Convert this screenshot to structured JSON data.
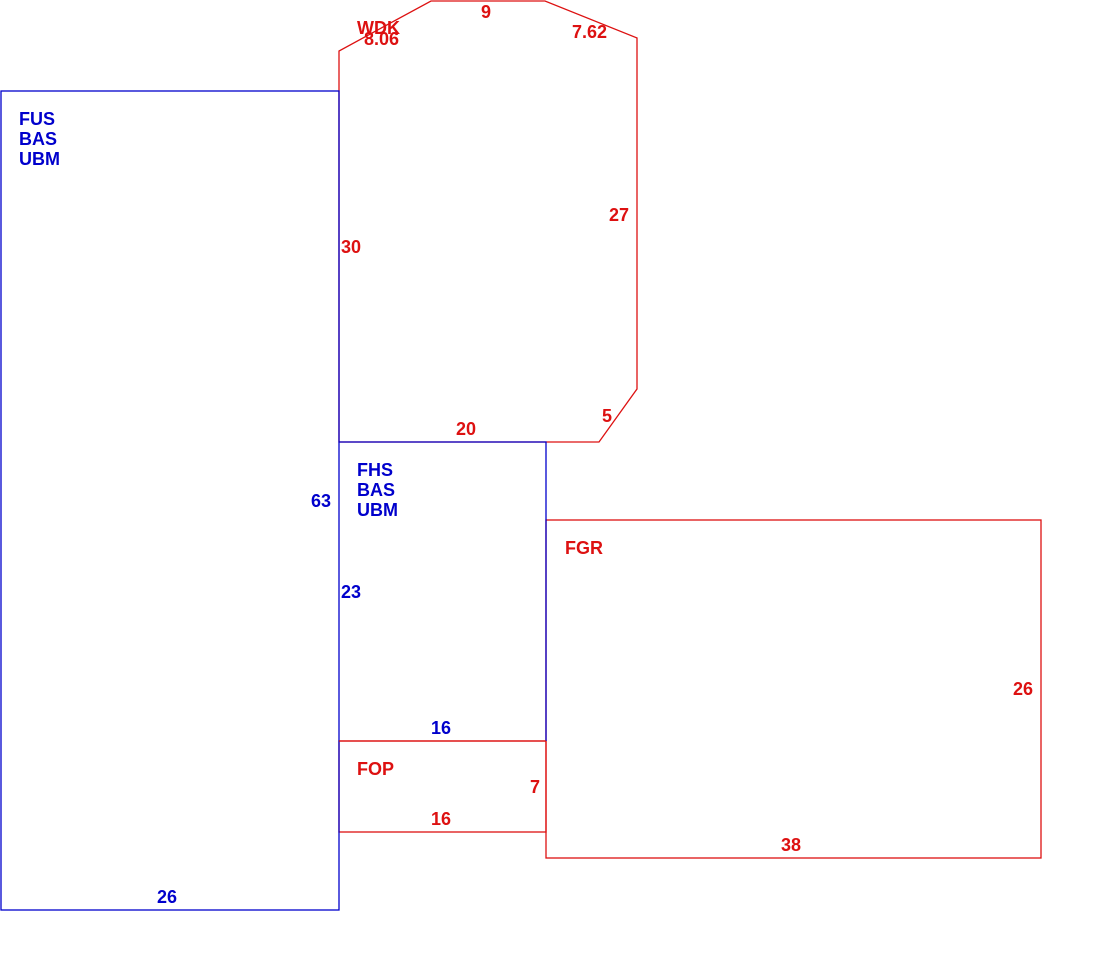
{
  "colors": {
    "living": "#0000CC",
    "attached": "#DD1111",
    "background": "#ffffff"
  },
  "areas": {
    "fus": {
      "code1": "FUS",
      "code2": "BAS",
      "code3": "UBM"
    },
    "fhs": {
      "code1": "FHS",
      "code2": "BAS",
      "code3": "UBM"
    },
    "fgr": {
      "code": "FGR"
    },
    "fop": {
      "code": "FOP"
    },
    "wdk": {
      "code": "WDK"
    }
  },
  "dimensions": {
    "fus_left_height": "63",
    "fus_bottom_width": "26",
    "fhs_height": "23",
    "fhs_bottom_width": "16",
    "fop_height": "7",
    "fop_bottom_width": "16",
    "fgr_right_height": "26",
    "fgr_bottom_width": "38",
    "wdk_left_height": "30",
    "wdk_bottom_width": "20",
    "wdk_corner_bottom_right": "5",
    "wdk_right_height": "27",
    "wdk_corner_top_right": "7.62",
    "wdk_top_width": "9",
    "wdk_corner_top_left": "8.06"
  }
}
